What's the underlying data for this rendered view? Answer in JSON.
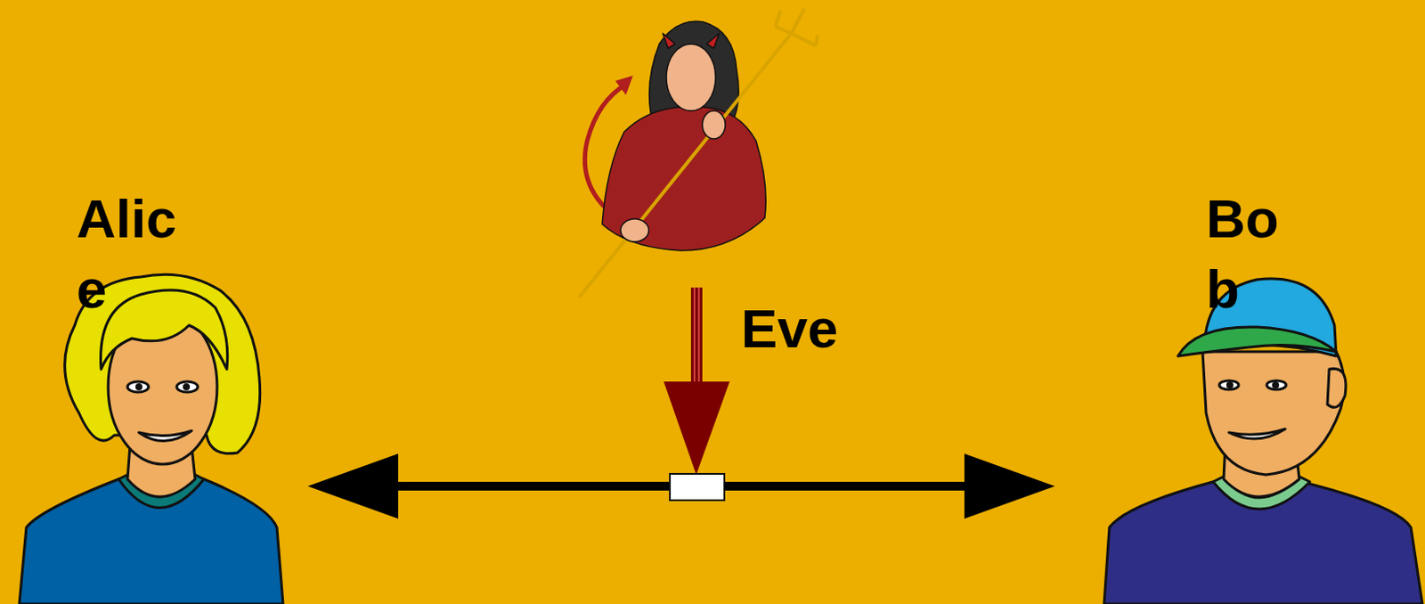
{
  "diagram": {
    "nodes": [
      {
        "text": [
          "Alice"
        ]
      },
      {
        "text": [
          "Eve"
        ]
      },
      {
        "text": [
          "Bob"
        ]
      }
    ],
    "edges": [
      {
        "from": 0,
        "to": 2,
        "arrow": "both"
      }
    ]
  }
}
